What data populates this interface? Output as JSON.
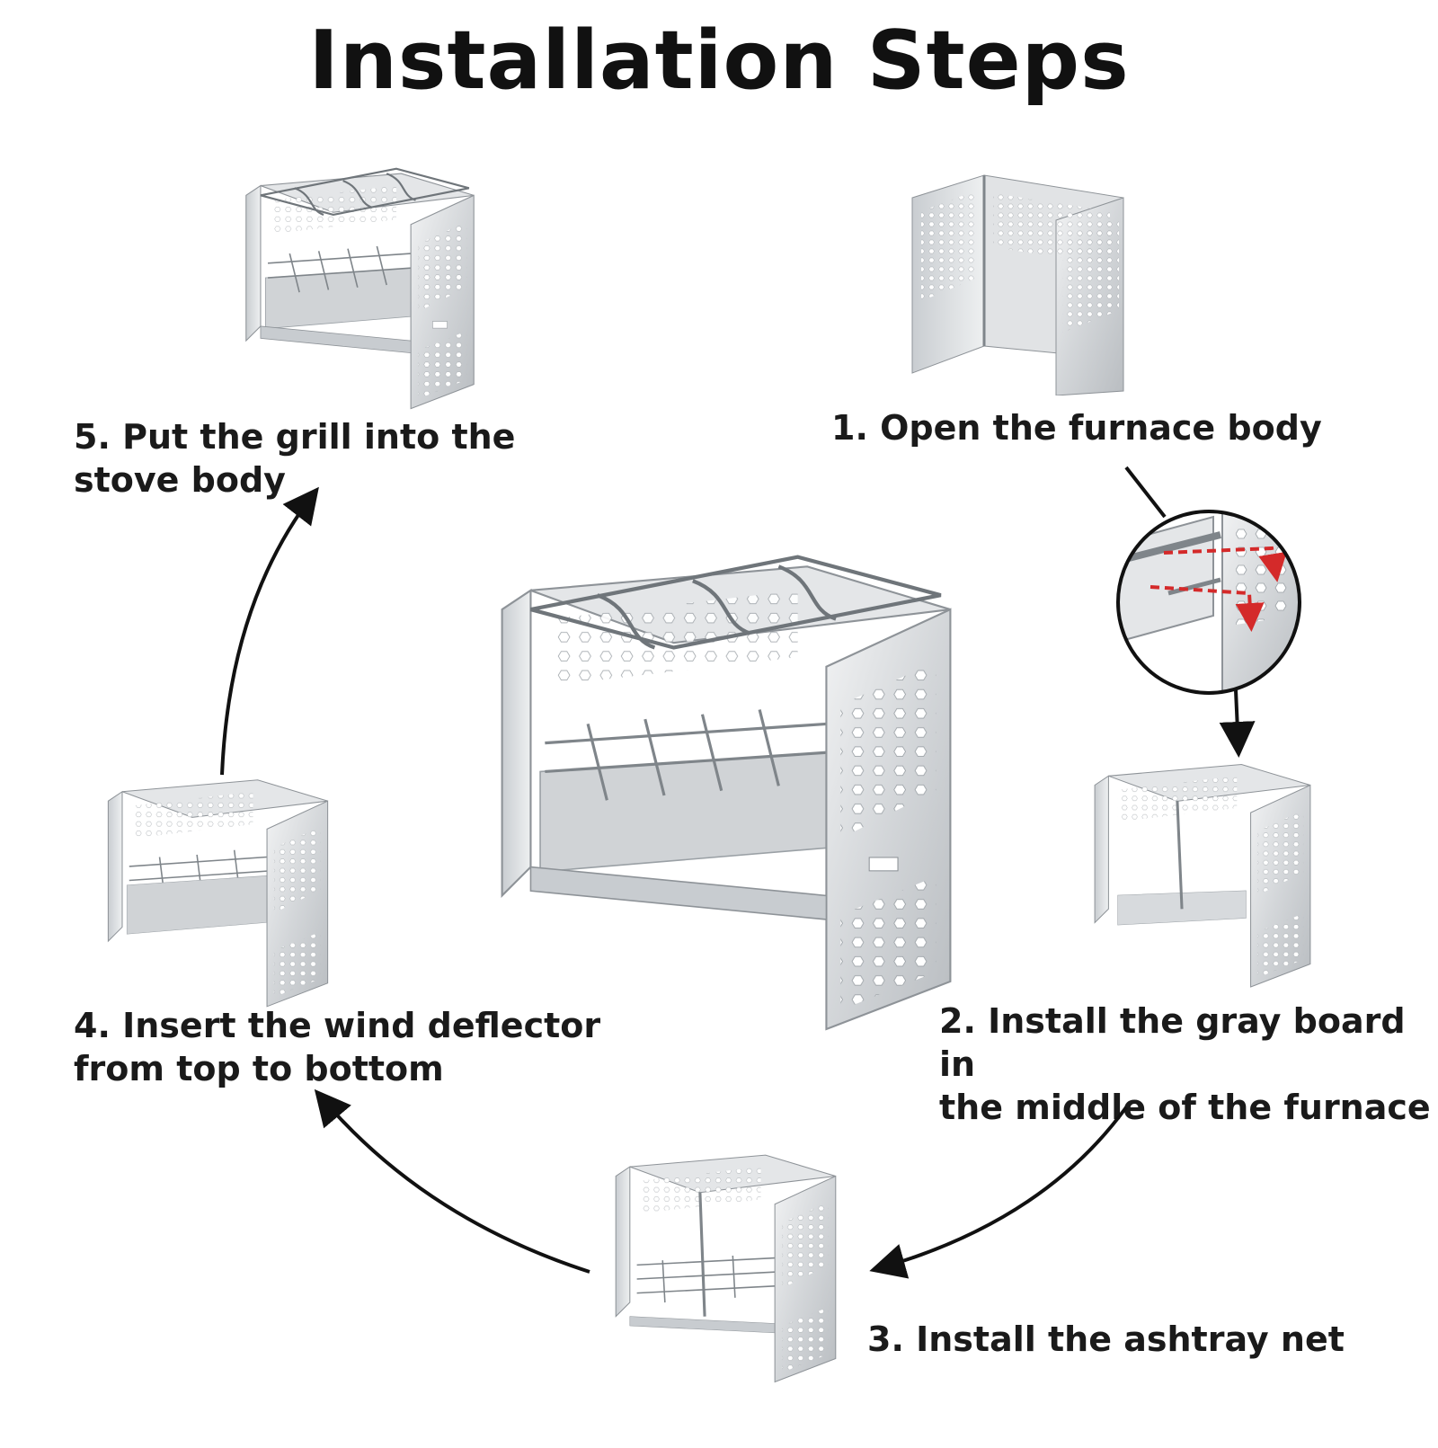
{
  "title": "Installation Steps",
  "steps": [
    {
      "number": "1",
      "label_line1": "1. Open the furnace body",
      "label_line2": ""
    },
    {
      "number": "2",
      "label_line1": "2. Install the gray board in",
      "label_line2": "the middle of the furnace"
    },
    {
      "number": "3",
      "label_line1": "3. Install the ashtray net",
      "label_line2": ""
    },
    {
      "number": "4",
      "label_line1": "4. Insert the wind deflector",
      "label_line2": "from top to bottom"
    },
    {
      "number": "5",
      "label_line1": "5. Put the grill into the",
      "label_line2": "stove body"
    }
  ],
  "colors": {
    "steel_light": "#e6e8ea",
    "steel_mid": "#c3c7cb",
    "steel_dark": "#8e9398",
    "arrow": "#111111",
    "detail_arrow": "#d42a2a"
  },
  "icons": [
    "folding-stove-icon",
    "zoom-detail-icon",
    "flow-arrow-icon"
  ]
}
